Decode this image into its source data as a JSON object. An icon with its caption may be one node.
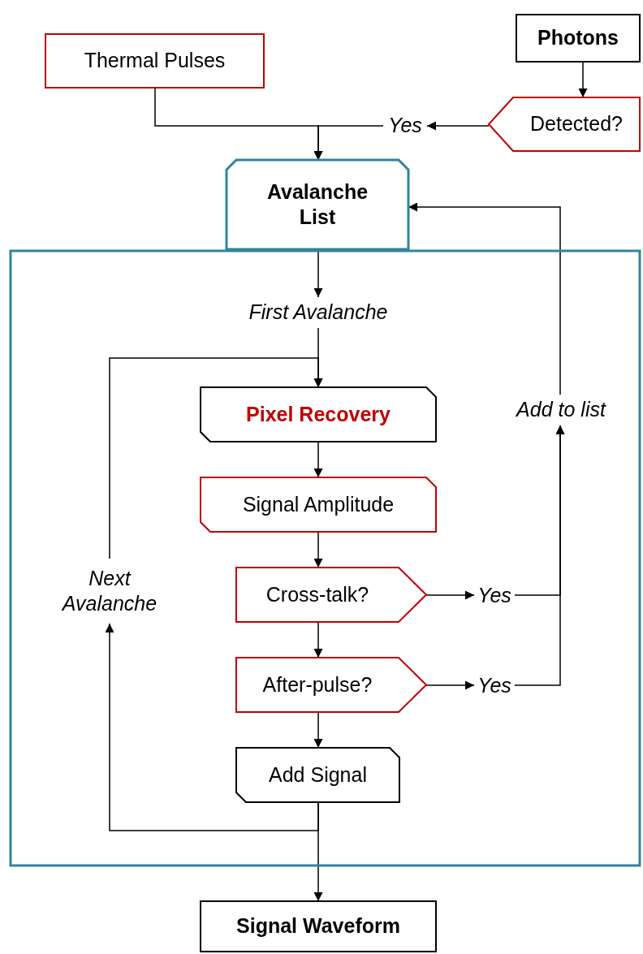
{
  "diagram": {
    "nodes": [
      {
        "text": [
          "Photons"
        ]
      },
      {
        "text": [
          "Thermal Pulses"
        ]
      },
      {
        "text": [
          "Detected?"
        ]
      },
      {
        "text": [
          "Yes"
        ]
      },
      {
        "text": [
          "Avalanche List"
        ]
      },
      {
        "text": [],
        "shape": "box"
      },
      {
        "text": [
          "First Avalanche"
        ],
        "in": 5
      },
      {
        "text": [
          "Pixel Recovery"
        ],
        "in": 5
      },
      {
        "text": [
          "Signal Amplitude"
        ],
        "in": 5
      },
      {
        "text": [
          "Cross-talk?"
        ],
        "in": 5
      },
      {
        "text": [
          "Yes"
        ],
        "in": 5
      },
      {
        "text": [
          "After-pulse?"
        ],
        "in": 5
      },
      {
        "text": [
          "Yes"
        ],
        "in": 5
      },
      {
        "text": [
          "Add Signal"
        ],
        "in": 5
      },
      {
        "text": [
          "Add to list"
        ],
        "in": 5
      },
      {
        "text": [
          "Next Avalanche"
        ],
        "in": 5
      },
      {
        "text": [
          "Signal Waveform"
        ]
      }
    ],
    "edges": [
      {
        "from": 0,
        "to": 2,
        "arrow": "to"
      },
      {
        "from": 2,
        "to": 3,
        "arrow": "to"
      },
      {
        "from": 3,
        "to": 4,
        "arrow": "to"
      },
      {
        "from": 1,
        "to": 4,
        "arrow": "to"
      },
      {
        "from": 4,
        "to": 6,
        "arrow": "to"
      },
      {
        "from": 6,
        "to": 7,
        "arrow": "to"
      },
      {
        "from": 15,
        "to": 7,
        "arrow": "to"
      },
      {
        "from": 7,
        "to": 8,
        "arrow": "to"
      },
      {
        "from": 8,
        "to": 9,
        "arrow": "to"
      },
      {
        "from": 9,
        "to": 10,
        "arrow": "to"
      },
      {
        "from": 9,
        "to": 11,
        "arrow": "to"
      },
      {
        "from": 11,
        "to": 12,
        "arrow": "to"
      },
      {
        "from": 11,
        "to": 13,
        "arrow": "to"
      },
      {
        "from": 10,
        "to": 14,
        "arrow": "to"
      },
      {
        "from": 12,
        "to": 14,
        "arrow": "to"
      },
      {
        "from": 14,
        "to": 4,
        "arrow": "to"
      },
      {
        "from": 13,
        "to": 15,
        "arrow": "to"
      },
      {
        "from": 13,
        "to": 16,
        "arrow": "to"
      }
    ]
  }
}
